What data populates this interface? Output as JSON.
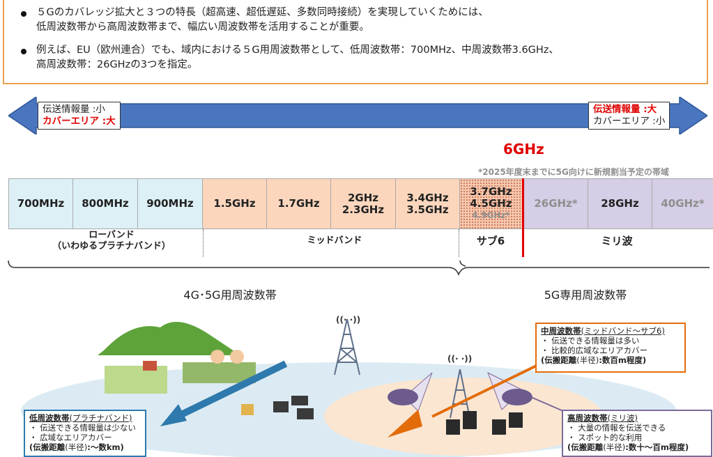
{
  "intro": {
    "bullet1": [
      "５Gのカバレッジ拡大と３つの特長（超高速、超低遅延、多数同時接続）を実現していくためには、",
      "低周波数帯から高周波数帯まで、幅広い周波数帯を活用することが重要。"
    ],
    "bullet2": [
      "例えば、EU（欧州連合）でも、域内における５G用周波数帯として、低周波数帯：700MHz、中周波数帯3.6GHz、",
      "高周波数帯：26GHzの3つを指定。"
    ]
  },
  "arrow": {
    "left": {
      "line1": "伝送情報量 :小",
      "line2": "カバーエリア :大"
    },
    "right": {
      "line1": "伝送情報量 :大",
      "line2": "カバーエリア :小"
    }
  },
  "marker": "6GHz",
  "footnote": "*2025年度末までに5G向けに新規割当予定の帯域",
  "bands": {
    "b700": "700MHz",
    "b800": "800MHz",
    "b900": "900MHz",
    "b1_5": "1.5GHz",
    "b1_7": "1.7GHz",
    "b2a": "2GHz",
    "b2b": "2.3GHz",
    "b34a": "3.4GHz",
    "b34b": "3.5GHz",
    "b37a": "3.7GHz",
    "b37b": "4.5GHz",
    "b37c": "4.9GHz*",
    "b26": "26GHz*",
    "b28": "28GHz",
    "b40": "40GHz*"
  },
  "categories": {
    "low": [
      "ローバンド",
      "（いわゆるプラチナバンド）"
    ],
    "mid": "ミッドバンド",
    "sub6": "サブ6",
    "mmwave": "ミリ波"
  },
  "groups": {
    "g45": "4G･5G用周波数帯",
    "g5": "5G専用周波数帯"
  },
  "boxes": {
    "low": {
      "title": "低周波数帯",
      "paren": "(プラチナバンド)",
      "l1": "・ 伝送できる情報量は少ない",
      "l2": "・ 広域なエリアカバー",
      "l3a": "(伝搬距離",
      "l3b": "(半径)",
      "l3c": ":～数km)"
    },
    "mid": {
      "title": "中周波数帯",
      "paren": "(ミッドバンド～サブ6)",
      "l1": "・ 伝送できる情報量は多い",
      "l2": "・ 比較的広域なエリアカバー",
      "l3a": "(伝搬距離",
      "l3b": "(半径)",
      "l3c": ":数百m程度)"
    },
    "high": {
      "title": "高周波数帯",
      "paren": "(ミリ波)",
      "l1": "・ 大量の情報を伝送できる",
      "l2": "・ スポット的な利用",
      "l3a": "(伝搬距離",
      "l3b": "(半径)",
      "l3c": ":数十～百m程度)"
    }
  },
  "wave_glyph": "((·  ·))"
}
